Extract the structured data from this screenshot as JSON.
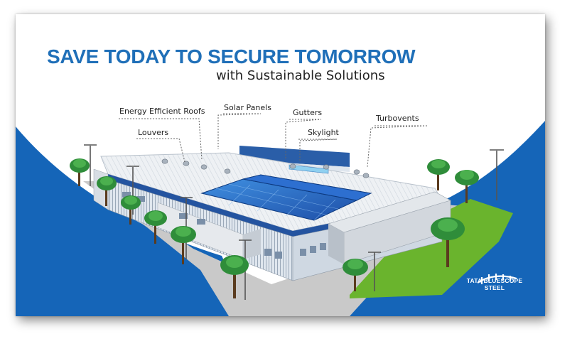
{
  "headline": {
    "title": "SAVE TODAY TO SECURE TOMORROW",
    "subtitle": "with Sustainable Solutions"
  },
  "callouts": [
    {
      "id": "energy-roofs",
      "label": "Energy Efficient Roofs"
    },
    {
      "id": "solar-panels",
      "label": "Solar Panels"
    },
    {
      "id": "gutters",
      "label": "Gutters"
    },
    {
      "id": "turbovents",
      "label": "Turbovents"
    },
    {
      "id": "louvers",
      "label": "Louvers"
    },
    {
      "id": "skylight",
      "label": "Skylight"
    }
  ],
  "brand": {
    "line1": "TATA BLUESCOPE",
    "line2": "STEEL"
  },
  "colors": {
    "brand_blue": "#1f6fb8",
    "ground_blue": "#1565b8",
    "grass_green": "#6ab42d",
    "road_grey": "#c9c9c9"
  }
}
